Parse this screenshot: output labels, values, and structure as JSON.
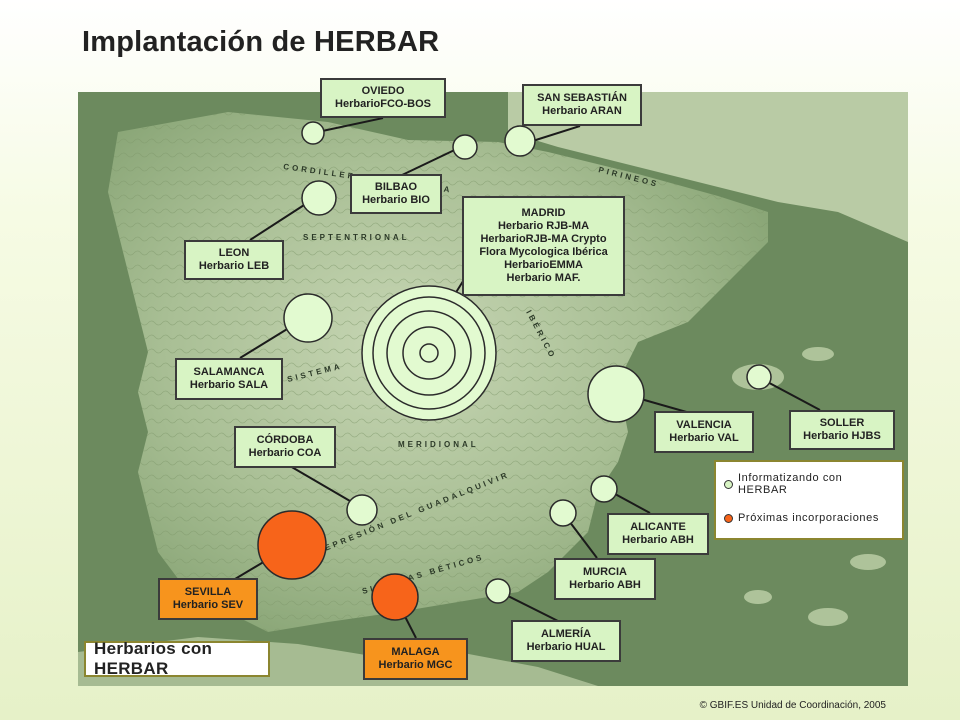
{
  "page": {
    "title": "Implantación de HERBAR",
    "copyright": "© GBIF.ES  Unidad de Coordinación, 2005"
  },
  "legend": {
    "items": [
      {
        "label": "Informatizando con HERBAR",
        "color": "#d8f4c4"
      },
      {
        "label": "Próximas incorporaciones",
        "color": "#f7641a"
      }
    ],
    "box_title": "Herbarios con HERBAR"
  },
  "colors": {
    "green_node": "#e2fad0",
    "orange_node": "#f7641a",
    "label_green": "#d8f4c4",
    "label_orange": "#f7941d",
    "sea": "#6c8a5e"
  },
  "map_labels": {
    "cordillera": "CORDILLERA CANTÁBRICA",
    "pirineos": "PIRINEOS",
    "septentrional": "SEPTENTRIONAL",
    "meridional": "MERIDIONAL",
    "iberico": "IBÉRICO",
    "sistema": "SISTEMA",
    "guadalquivir": "DEPRESIÓN DEL GUADALQUIVIR",
    "beticos": "SISTEMAS BÉTICOS"
  },
  "herbaria": [
    {
      "id": "oviedo",
      "lines": [
        "OVIEDO",
        "HerbarioFCO-BOS"
      ],
      "status": "active"
    },
    {
      "id": "san-sebastian",
      "lines": [
        "SAN SEBASTIÁN",
        "Herbario ARAN"
      ],
      "status": "active"
    },
    {
      "id": "bilbao",
      "lines": [
        "BILBAO",
        "Herbario BIO"
      ],
      "status": "active"
    },
    {
      "id": "madrid",
      "lines": [
        "MADRID",
        "Herbario RJB-MA",
        "HerbarioRJB-MA Crypto",
        "Flora Mycologica Ibérica",
        "HerbarioEMMA",
        "Herbario MAF."
      ],
      "status": "active"
    },
    {
      "id": "leon",
      "lines": [
        "LEON",
        "Herbario LEB"
      ],
      "status": "active"
    },
    {
      "id": "salamanca",
      "lines": [
        "SALAMANCA",
        "Herbario SALA"
      ],
      "status": "active"
    },
    {
      "id": "valencia",
      "lines": [
        "VALENCIA",
        "Herbario VAL"
      ],
      "status": "active"
    },
    {
      "id": "soller",
      "lines": [
        "SOLLER",
        "Herbario HJBS"
      ],
      "status": "active"
    },
    {
      "id": "cordoba",
      "lines": [
        "CÓRDOBA",
        "Herbario COA"
      ],
      "status": "active"
    },
    {
      "id": "alicante",
      "lines": [
        "ALICANTE",
        "Herbario ABH"
      ],
      "status": "active"
    },
    {
      "id": "murcia",
      "lines": [
        "MURCIA",
        "Herbario ABH"
      ],
      "status": "active"
    },
    {
      "id": "sevilla",
      "lines": [
        "SEVILLA",
        "Herbario SEV"
      ],
      "status": "upcoming"
    },
    {
      "id": "almeria",
      "lines": [
        "ALMERÍA",
        "Herbario HUAL"
      ],
      "status": "active"
    },
    {
      "id": "malaga",
      "lines": [
        "MALAGA",
        "Herbario MGC"
      ],
      "status": "upcoming"
    }
  ]
}
